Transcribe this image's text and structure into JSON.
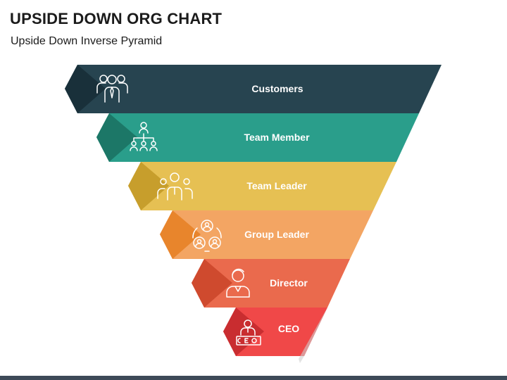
{
  "header": {
    "title": "UPSIDE DOWN ORG CHART",
    "subtitle": "Upside Down Inverse Pyramid"
  },
  "pyramid": {
    "levels": [
      {
        "label": "Customers",
        "color": "#274450",
        "shade": "#19303a",
        "icon": "customers-group-icon"
      },
      {
        "label": "Team Member",
        "color": "#2a9e8b",
        "shade": "#1c7767",
        "icon": "team-hierarchy-icon"
      },
      {
        "label": "Team Leader",
        "color": "#e6c053",
        "shade": "#c79e2c",
        "icon": "team-leader-icon"
      },
      {
        "label": "Group Leader",
        "color": "#f3a563",
        "shade": "#e8852c",
        "icon": "group-network-icon"
      },
      {
        "label": "Director",
        "color": "#ea6a4d",
        "shade": "#cf4a2e",
        "icon": "director-person-icon"
      },
      {
        "label": "CEO",
        "color": "#f04848",
        "shade": "#c92d30",
        "icon": "ceo-desk-icon"
      }
    ]
  }
}
